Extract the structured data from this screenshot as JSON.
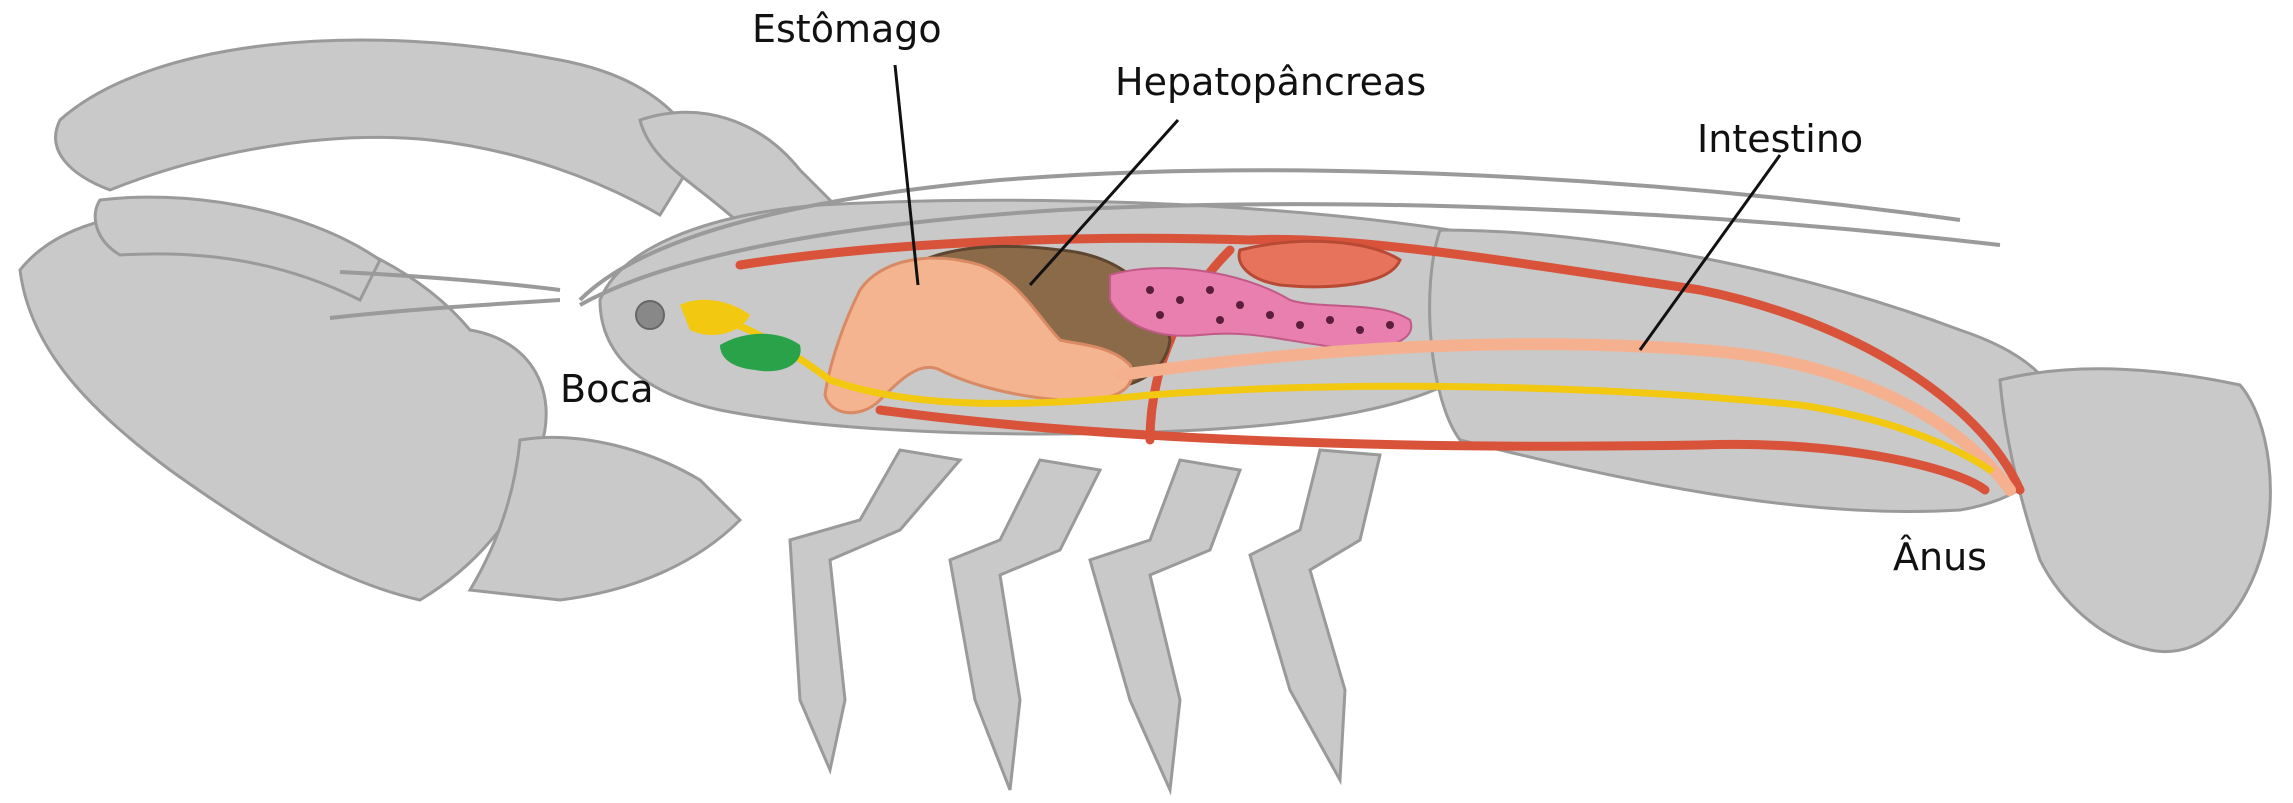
{
  "labels": {
    "estomago": "Estômago",
    "hepatopancreas": "Hepatopâncreas",
    "intestino": "Intestino",
    "boca": "Boca",
    "anus": "Ânus"
  },
  "colors": {
    "body": "#c9c9c9",
    "body_dark": "#a9a9a9",
    "outline": "#8e8e8e",
    "stomach": "#f4b48f",
    "hepatopancreas": "#8a6a48",
    "intestine": "#f5b18f",
    "vessel": "#d9533b",
    "nerve": "#f2c811",
    "gill": "#2aa24a",
    "gonad": "#e87fae",
    "heart": "#e8735c"
  }
}
